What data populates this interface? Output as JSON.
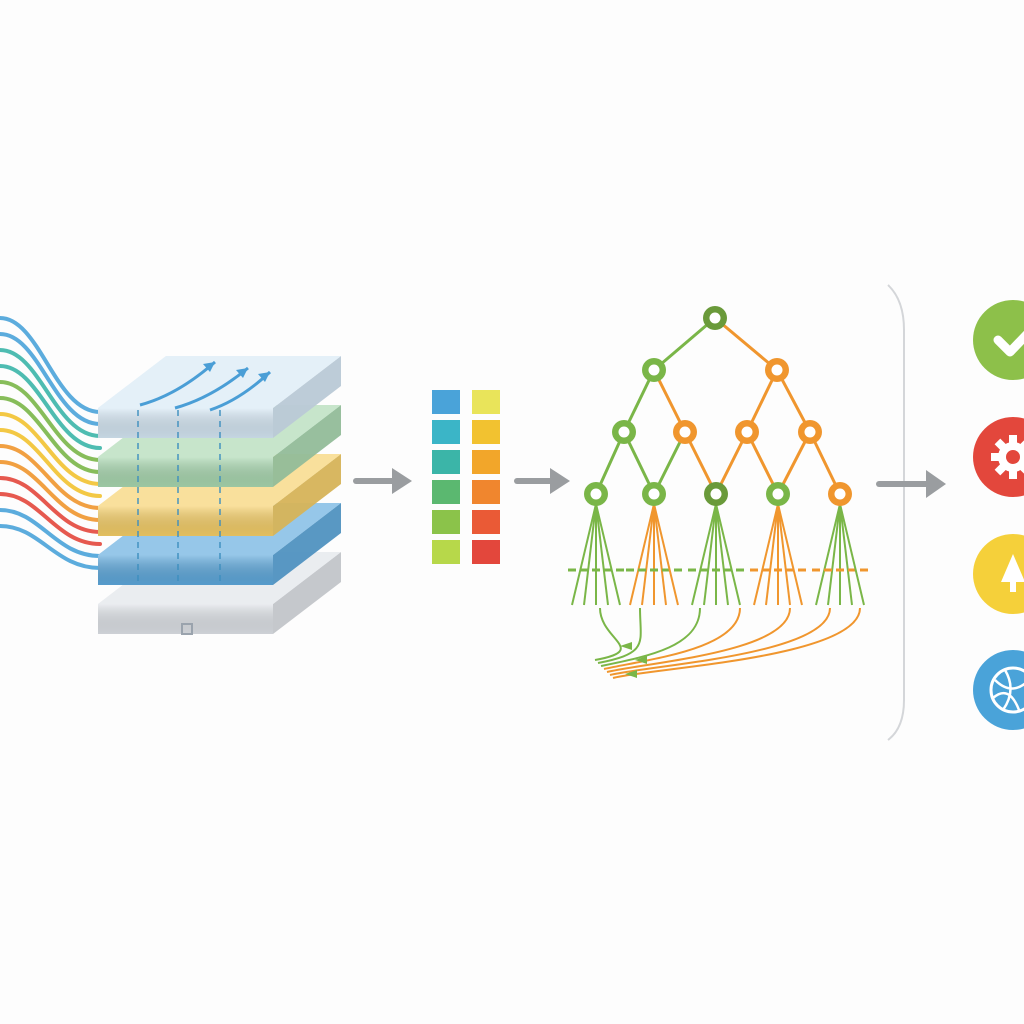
{
  "colors": {
    "background": "#fdfdfd",
    "blue": "#4aa3d9",
    "teal": "#3bb5a8",
    "green": "#7ab648",
    "yellow": "#f2c230",
    "orange": "#f0962e",
    "red": "#e3473c",
    "gray": "#a8abae",
    "layer_top": "#d6e8f5",
    "layer_green": "#a9d8b0",
    "layer_yellow": "#f6cf67",
    "layer_blue": "#5ea9dd",
    "layer_base": "#dfe3e8",
    "divider": "#d4d6d9",
    "arrow": "#9a9da0"
  },
  "pipeline": {
    "stages": [
      "layer-stack",
      "feature-vectors",
      "tree-model",
      "outcomes"
    ],
    "input_stream_colors": [
      "#4aa3d9",
      "#3bb5a8",
      "#7ab648",
      "#f2c230",
      "#f0962e",
      "#e3473c",
      "#4aa3d9"
    ],
    "layers": [
      {
        "name": "layer-1",
        "color": "#d6e8f5"
      },
      {
        "name": "layer-2",
        "color": "#a9d8b0"
      },
      {
        "name": "layer-3",
        "color": "#f6cf67"
      },
      {
        "name": "layer-4",
        "color": "#5ea9dd"
      },
      {
        "name": "layer-5",
        "color": "#dfe3e8"
      }
    ],
    "vectors": [
      {
        "name": "vector-left",
        "cells": [
          "#4aa3d9",
          "#3bb5c7",
          "#3bb5a8",
          "#5bb870",
          "#8bc34a",
          "#b7d84a"
        ]
      },
      {
        "name": "vector-right",
        "cells": [
          "#e9e45a",
          "#f2c230",
          "#f2a62a",
          "#f0862e",
          "#ea5a36",
          "#e3473c"
        ]
      }
    ],
    "tree_levels": [
      1,
      2,
      4,
      5
    ],
    "outcomes": [
      {
        "name": "check-icon",
        "color": "#8dc04a"
      },
      {
        "name": "gear-icon",
        "color": "#e3473c"
      },
      {
        "name": "warning-icon",
        "color": "#f5d03a"
      },
      {
        "name": "globe-icon",
        "color": "#4aa3d9"
      }
    ]
  }
}
